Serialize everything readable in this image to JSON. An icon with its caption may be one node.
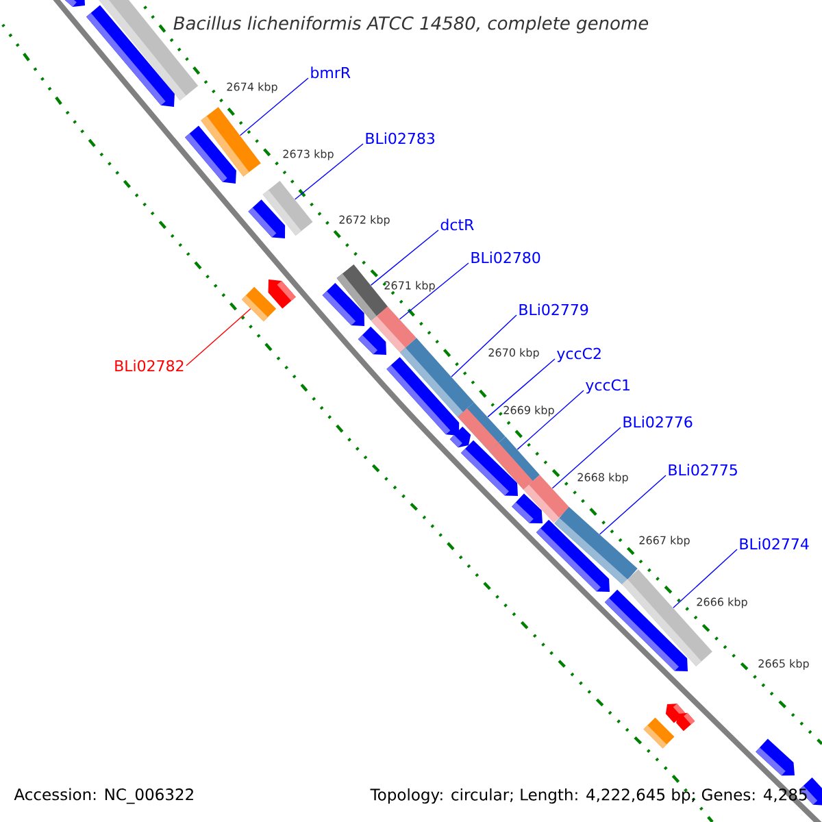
{
  "diagram": {
    "title": "Bacillus licheniformis ATCC 14580, complete genome",
    "nodes": [
      {
        "text": [
          "bmrR"
        ]
      },
      {
        "text": [
          "BLi02783"
        ]
      },
      {
        "text": [
          "dctR"
        ]
      },
      {
        "text": [
          "BLi02780"
        ]
      },
      {
        "text": [
          "BLi02779"
        ]
      },
      {
        "text": [
          "yccC2"
        ]
      },
      {
        "text": [
          "yccC1"
        ]
      },
      {
        "text": [
          "BLi02776"
        ]
      },
      {
        "text": [
          "BLi02775"
        ]
      },
      {
        "text": [
          "BLi02774"
        ]
      },
      {
        "text": [
          "BLi02782"
        ]
      },
      {
        "text": [],
        "shape": "bar"
      },
      {
        "text": [],
        "shape": "bar"
      },
      {
        "text": [],
        "shape": "bar"
      },
      {
        "text": [],
        "shape": "bar"
      },
      {
        "text": [],
        "shape": "bar"
      },
      {
        "text": [],
        "shape": "bar"
      },
      {
        "text": [],
        "shape": "bar"
      },
      {
        "text": [],
        "shape": "bar"
      },
      {
        "text": [],
        "shape": "bar"
      },
      {
        "text": [],
        "shape": "bar"
      },
      {
        "text": [],
        "shape": "bar"
      },
      {
        "text": [],
        "shape": "bar"
      }
    ],
    "edges": [
      {
        "from": 0,
        "to": 11,
        "arrow": "none"
      },
      {
        "from": 1,
        "to": 12,
        "arrow": "none"
      },
      {
        "from": 2,
        "to": 13,
        "arrow": "none"
      },
      {
        "from": 3,
        "to": 14,
        "arrow": "none"
      },
      {
        "from": 4,
        "to": 15,
        "arrow": "none"
      },
      {
        "from": 5,
        "to": 16,
        "arrow": "none"
      },
      {
        "from": 6,
        "to": 17,
        "arrow": "none"
      },
      {
        "from": 7,
        "to": 18,
        "arrow": "none"
      },
      {
        "from": 8,
        "to": 19,
        "arrow": "none"
      },
      {
        "from": 9,
        "to": 20,
        "arrow": "none"
      },
      {
        "from": 10,
        "to": 21,
        "arrow": "none",
        "color": "#ff0000"
      }
    ],
    "labels": [
      "2674 kbp",
      "2673 kbp",
      "2672 kbp",
      "2671 kbp",
      "2670 kbp",
      "2669 kbp",
      "2668 kbp",
      "2667 kbp",
      "2666 kbp",
      "2665 kbp",
      "Accession: NC_006322",
      "Topology: circular; Length: 4,222,645 bp; Genes: 4,285"
    ]
  }
}
